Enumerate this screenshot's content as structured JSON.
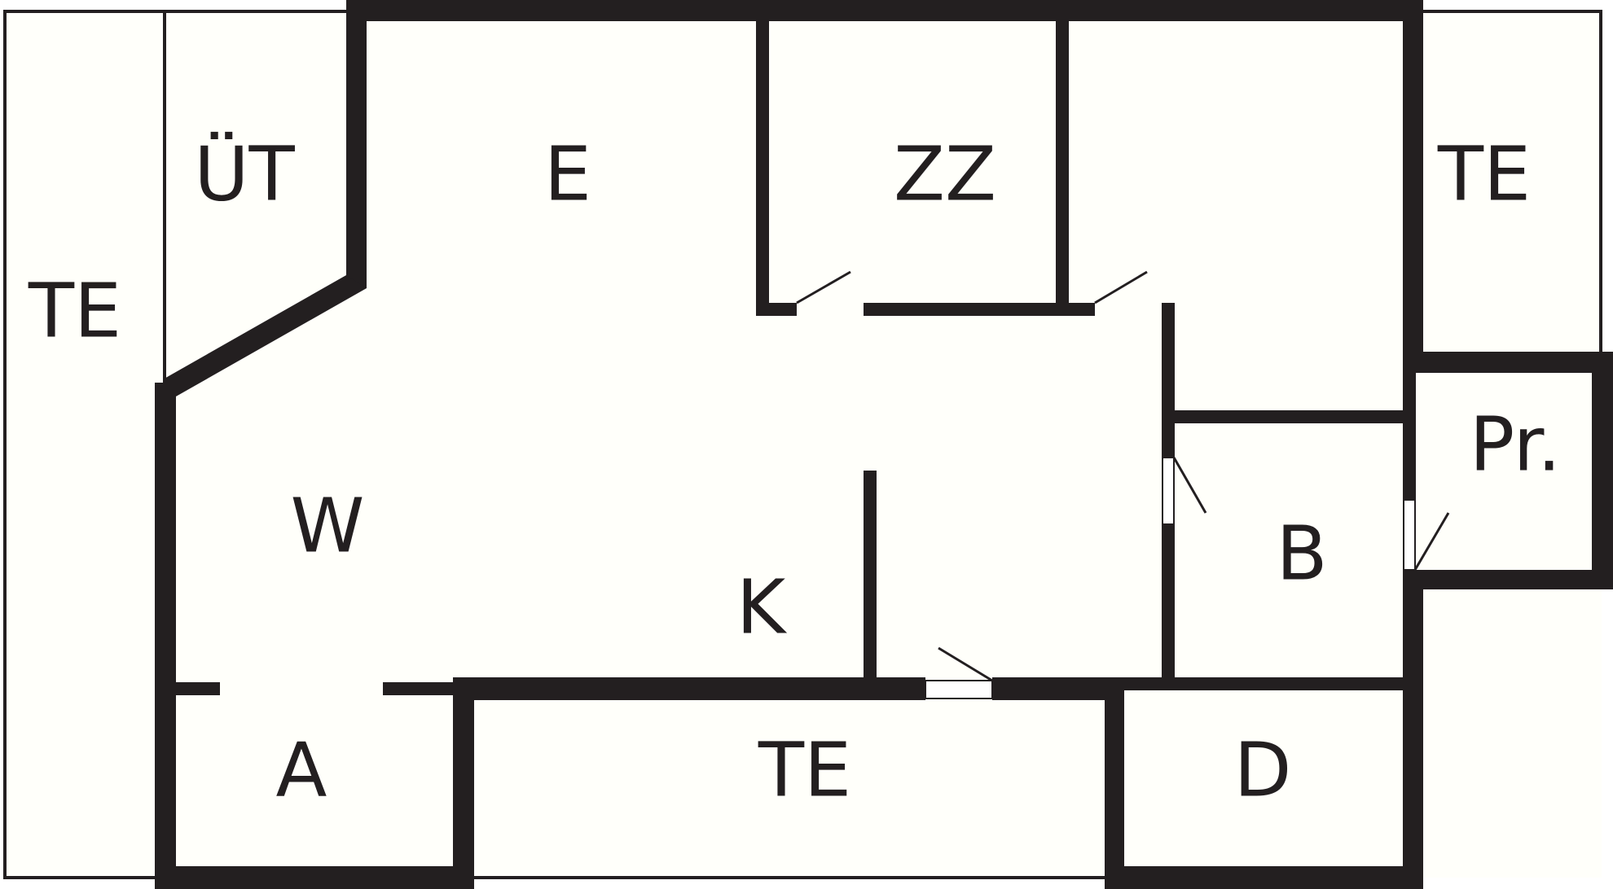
{
  "colors": {
    "wall": "#231f20",
    "floor": "#fffffa",
    "background": "#ffffff"
  },
  "rooms": {
    "terrace_left": "TE",
    "utility": "ÜT",
    "entrance": "E",
    "room_zz": "ZZ",
    "terrace_right": "TE",
    "pantry": "Pr.",
    "living": "W",
    "kitchen": "K",
    "bathroom": "B",
    "anteroom": "A",
    "terrace_bottom": "TE",
    "room_d": "D"
  }
}
